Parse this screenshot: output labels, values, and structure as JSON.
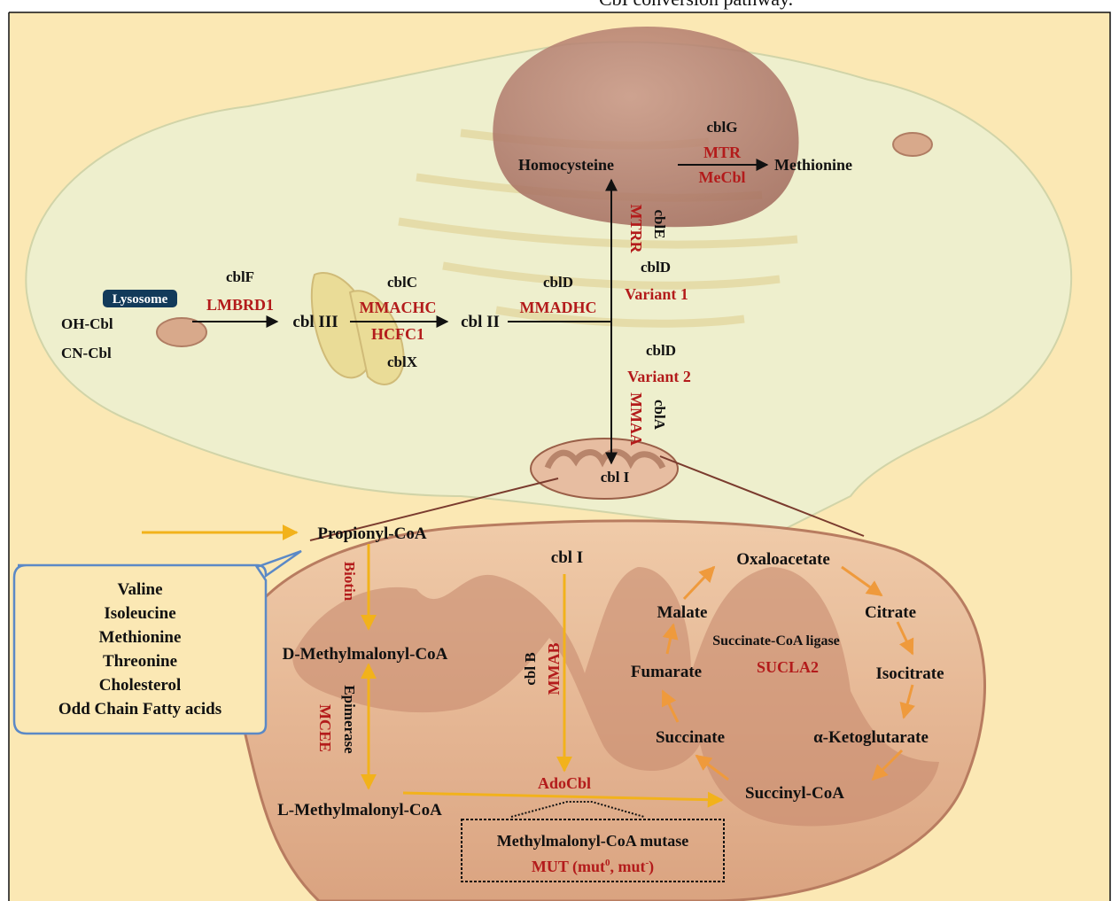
{
  "caption": "CbI conversion pathway.",
  "colors": {
    "background": "#fbe8b4",
    "cell": "#eef0cf",
    "nucleus": "#b57e72",
    "mito_outer": "#e4b397",
    "mito_inner": "#c5876c",
    "enzyme_red": "#b31b1b",
    "arrow_yellow": "#f2b21b",
    "arrow_orange": "#ef9a3c",
    "callout_blue": "#5b89c6"
  },
  "cytoplasm": {
    "lysosome": "Lysosome",
    "oh_cbl": "OH-Cbl",
    "cn_cbl": "CN-Cbl",
    "cblF": "cblF",
    "lmbrd1": "LMBRD1",
    "cbl_iii": "cbl III",
    "cblC": "cblC",
    "mmachc": "MMACHC",
    "hcfc1": "HCFC1",
    "cblX": "cblX",
    "cbl_ii": "cbl II",
    "cblD": "cblD",
    "mmadhc": "MMADHC",
    "homocysteine": "Homocysteine",
    "methionine": "Methionine",
    "cblG": "cblG",
    "mtr": "MTR",
    "mecbl": "MeCbl",
    "mtrr": "MTRR",
    "cblE": "cblE",
    "cblD_v1": "cblD",
    "variant1": "Variant 1",
    "cblD_v2": "cblD",
    "variant2": "Variant 2",
    "mmaa": "MMAA",
    "cblA": "cblA",
    "cbl_i_top": "cbl I"
  },
  "mitochondrion": {
    "propionyl_coa": "Propionyl-CoA",
    "biotin": "Biotin",
    "d_mm_coa": "D-Methylmalonyl-CoA",
    "epimerase": "Epimerase",
    "mcee": "MCEE",
    "l_mm_coa": "L-Methylmalonyl-CoA",
    "cbl_i": "cbl I",
    "cbl_b": "cbl B",
    "mmab": "MMAB",
    "adocbl": "AdoCbl",
    "succinyl_coa": "Succinyl-CoA",
    "mutase": "Methylmalonyl-CoA mutase",
    "mut": "MUT (mut",
    "mut_sup0": "0",
    "mut_mid": ", mut",
    "mut_supm": "-",
    "mut_end": ")",
    "oxaloacetate": "Oxaloacetate",
    "citrate": "Citrate",
    "isocitrate": "Isocitrate",
    "akg": "α-Ketoglutarate",
    "succinate": "Succinate",
    "fumarate": "Fumarate",
    "malate": "Malate",
    "sc_ligase": "Succinate-CoA ligase",
    "sucla2": "SUCLA2"
  },
  "sources": {
    "items": [
      "Valine",
      "Isoleucine",
      "Methionine",
      "Threonine",
      "Cholesterol",
      "Odd Chain Fatty acids"
    ]
  }
}
